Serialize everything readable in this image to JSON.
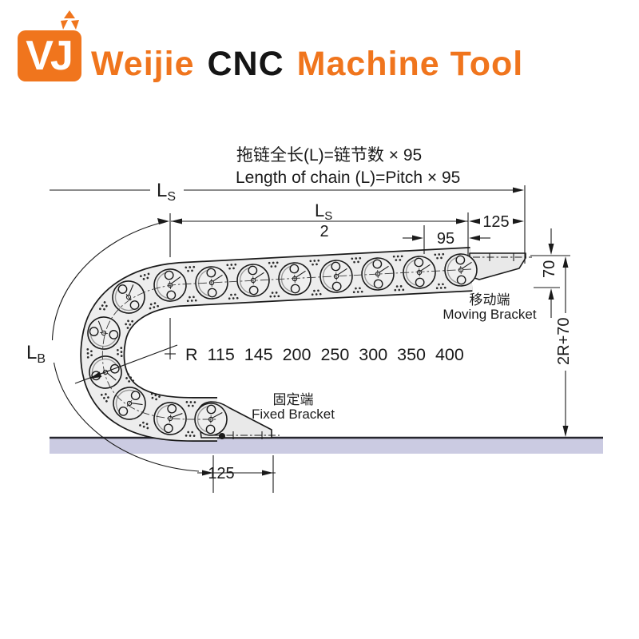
{
  "brand": {
    "logo_text": "VJ",
    "title_part1": "Weijie",
    "title_part2": "CNC",
    "title_part3": "Machine Tool",
    "orange": "#F0751D",
    "black": "#151515"
  },
  "diagram": {
    "formula_cn": "拖链全长(L)=链节数 × 95",
    "formula_en": "Length of chain (L)=Pitch × 95",
    "dims": {
      "ls_main": "L",
      "ls_sub": "S",
      "ls2_num_main": "L",
      "ls2_num_sub": "S",
      "ls2_den": "2",
      "d125_top": "125",
      "d95": "95",
      "d70": "70",
      "d2r70": "2R+70",
      "lb_main": "L",
      "lb_sub": "B",
      "d125_bottom": "125",
      "radius_series": "R 115  145  200  250  300  350  400"
    },
    "labels": {
      "moving_cn": "移动端",
      "moving_en": "Moving Bracket",
      "fixed_cn": "固定端",
      "fixed_en": "Fixed Bracket"
    },
    "colors": {
      "ground": "#cbcbe2",
      "line": "#1a1a1a",
      "chain_fill": "#ededed"
    }
  }
}
